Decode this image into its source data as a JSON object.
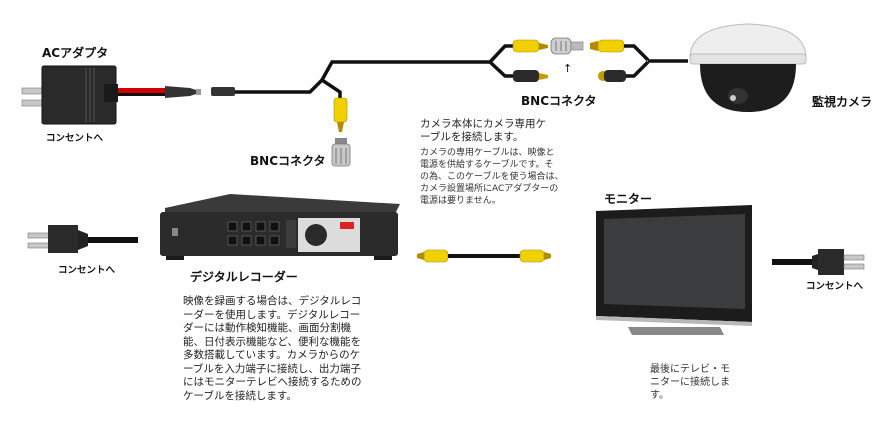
{
  "labels": {
    "ac_adapter": "ACアダプタ",
    "outlet": "コンセントへ",
    "bnc_connector": "BNCコネクタ",
    "camera": "監視カメラ",
    "recorder": "デジタルレコーダー",
    "monitor": "モニター"
  },
  "camera_cable_note": {
    "heading_lines": [
      "カメラ本体にカメラ専用ケ",
      "ーブルを接続します。"
    ],
    "body_lines": [
      "カメラの専用ケーブルは、映像と",
      "電源を供給するケーブルです。そ",
      "の為、このケーブルを使う場合は、",
      "カメラ設置場所にACアダプターの",
      "電源は要りません。"
    ]
  },
  "recorder_note": {
    "lines": [
      "映像を録画する場合は、デジタルレコ",
      "ーダーを使用します。デジタルレコー",
      "ダーには動作検知機能、画面分割機",
      "能、日付表示機能など、便利な機能を",
      "多数搭載しています。カメラからのケ",
      "ーブルを入力端子に接続し、出力端子",
      "にはモニターテレビへ接続するための",
      "ケーブルを接続します。"
    ]
  },
  "monitor_note": {
    "lines": [
      "最後にテレビ・モ",
      "ニターに接続しま",
      "す。"
    ]
  },
  "arrow_glyph": "↑",
  "colors": {
    "cable": "#111111",
    "power_wire": "#d00000",
    "rca_yellow": "#f2d000",
    "plug_black": "#222222",
    "metal": "#b8b8b8"
  }
}
